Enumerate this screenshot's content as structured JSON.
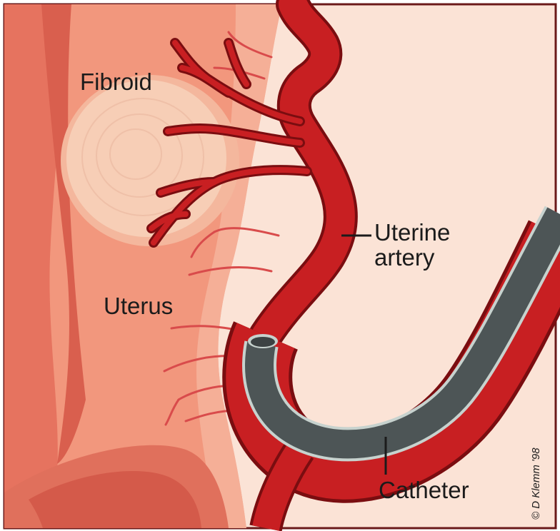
{
  "labels": {
    "fibroid": "Fibroid",
    "uterus": "Uterus",
    "uterine_artery_line1": "Uterine",
    "uterine_artery_line2": "artery",
    "catheter": "Catheter"
  },
  "credit": "© D Klemm '98",
  "colors": {
    "background": "#fbe3d6",
    "uterus_tissue": "#f2977d",
    "uterine_wall": "#e6735f",
    "fibroid": "#f7ceb6",
    "artery": "#c81f22",
    "artery_outline": "#7a0d10",
    "catheter": "#4d5556",
    "catheter_edge": "#c7d2ce"
  }
}
